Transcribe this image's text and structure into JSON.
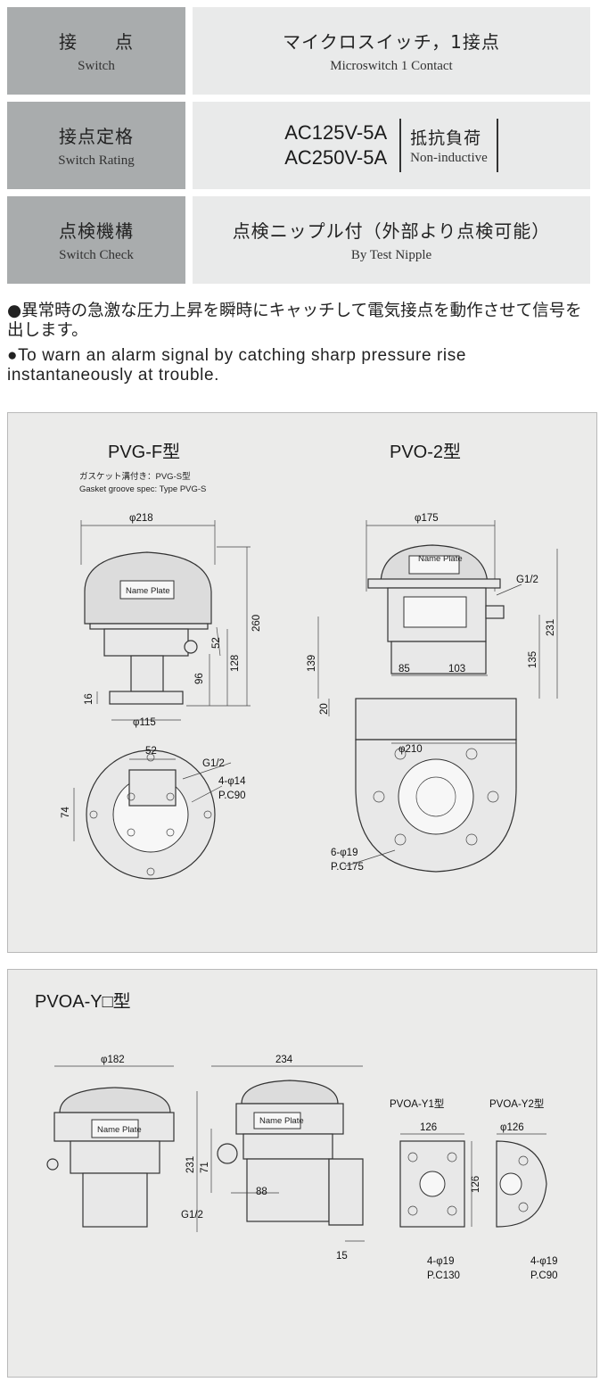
{
  "spec_table": {
    "rows": [
      {
        "label_jp": "接　　点",
        "label_en": "Switch",
        "value_jp": "マイクロスイッチ，1接点",
        "value_en": "Microswitch 1 Contact"
      },
      {
        "label_jp": "接点定格",
        "label_en": "Switch Rating",
        "rating_line1": "AC125V-5A",
        "rating_line2": "AC250V-5A",
        "load_jp": "抵抗負荷",
        "load_en": "Non-inductive"
      },
      {
        "label_jp": "点検機構",
        "label_en": "Switch Check",
        "value_jp": "点検ニップル付（外部より点検可能）",
        "value_en": "By Test Nipple"
      }
    ]
  },
  "bullets": {
    "jp": "●異常時の急激な圧力上昇を瞬時にキャッチして電気接点を動作させて信号を出します。",
    "en": "●To warn an alarm signal by catching sharp pressure rise instantaneously at trouble."
  },
  "panel1": {
    "pvgf": {
      "title": "PVG-F型",
      "note_jp": "ガスケット溝付き：PVG-S型",
      "note_en": "Gasket groove spec: Type PVG-S",
      "dim_top": "φ218",
      "name_plate": "Name Plate",
      "dim_260": "260",
      "dim_52": "52",
      "dim_128": "128",
      "dim_96": "96",
      "dim_16": "16",
      "dim_base": "φ115",
      "plan_52": "52",
      "plan_g12": "G1/2",
      "plan_holes": "4-φ14",
      "plan_pc": "P.C90",
      "plan_74": "74"
    },
    "pvo2": {
      "title": "PVO-2型",
      "dim_top": "φ175",
      "name_plate": "Name Plate",
      "g12": "G1/2",
      "dim_231": "231",
      "dim_139": "139",
      "dim_135": "135",
      "dim_85": "85",
      "dim_103": "103",
      "dim_20": "20",
      "dim_210": "φ210",
      "holes": "6-φ19",
      "pc": "P.C175"
    }
  },
  "panel2": {
    "title": "PVOA-Y□型",
    "dim_182": "φ182",
    "name_plate1": "Name Plate",
    "dim_234": "234",
    "name_plate2": "Name Plate",
    "dim_231": "231",
    "dim_71": "71",
    "dim_88": "88",
    "g12": "G1/2",
    "dim_15": "15",
    "y1": {
      "title": "PVOA-Y1型",
      "dim_w": "126",
      "dim_h": "126",
      "holes": "4-φ19",
      "pc": "P.C130"
    },
    "y2": {
      "title": "PVOA-Y2型",
      "dim_d": "φ126",
      "holes": "4-φ19",
      "pc": "P.C90"
    }
  }
}
